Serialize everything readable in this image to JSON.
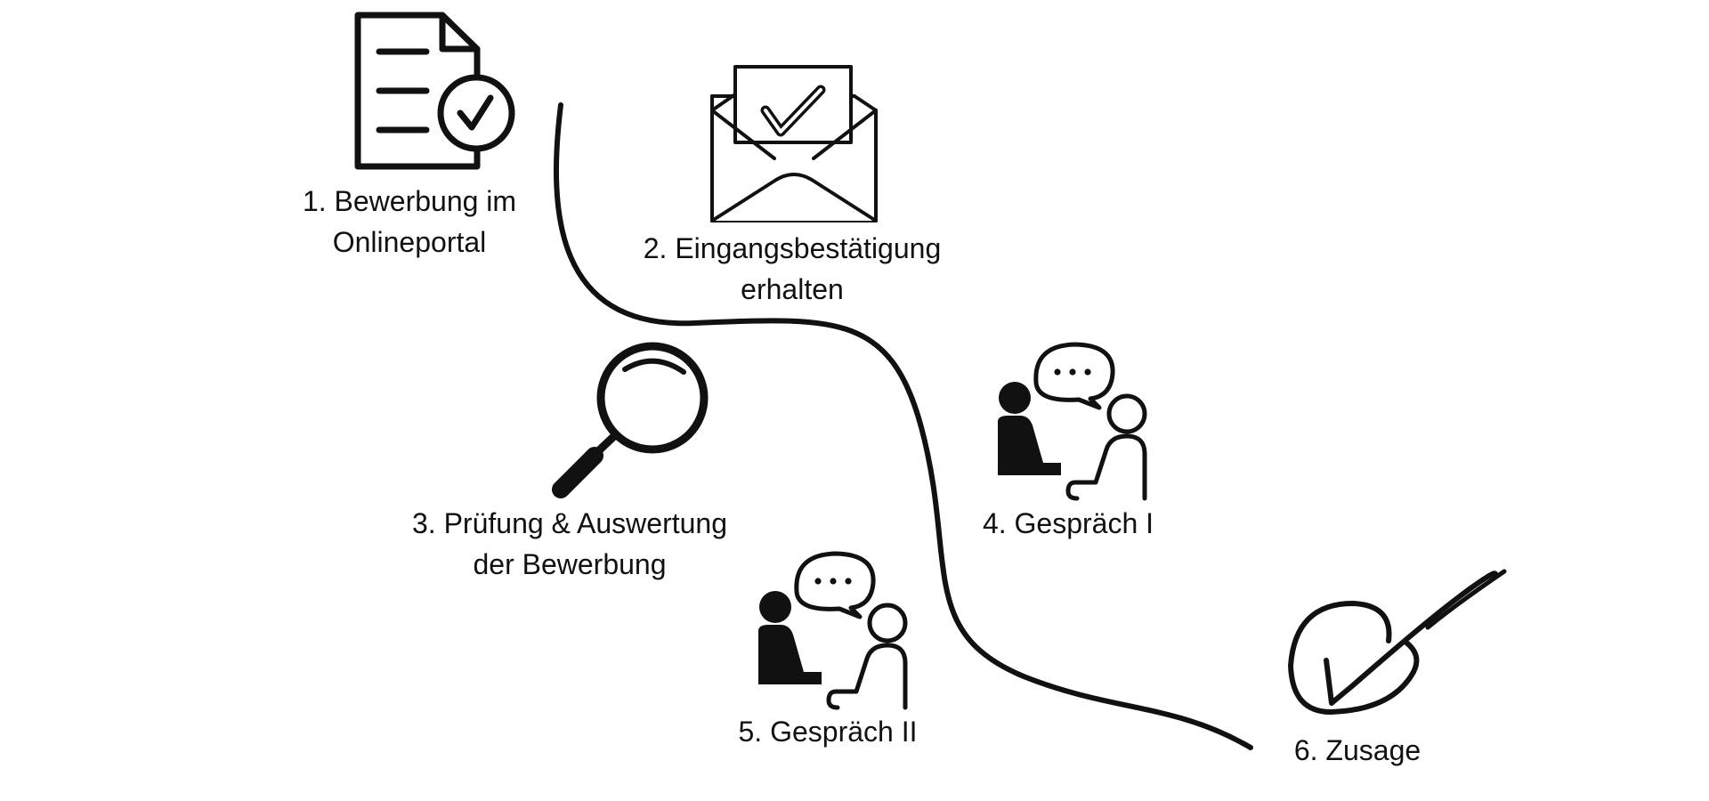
{
  "diagram": {
    "type": "process-flow",
    "steps": [
      {
        "number": "1.",
        "lines": [
          "1. Bewerbung im",
          "Onlineportal"
        ],
        "icon": "document-check-icon"
      },
      {
        "number": "2.",
        "lines": [
          "2. Eingangsbestätigung",
          "erhalten"
        ],
        "icon": "envelope-check-icon"
      },
      {
        "number": "3.",
        "lines": [
          "3. Prüfung & Auswertung",
          "der Bewerbung"
        ],
        "icon": "magnifying-glass-icon"
      },
      {
        "number": "4.",
        "lines": [
          "4. Gespräch I"
        ],
        "icon": "conversation-icon"
      },
      {
        "number": "5.",
        "lines": [
          "5. Gespräch II"
        ],
        "icon": "conversation-icon"
      },
      {
        "number": "6.",
        "lines": [
          "6. Zusage"
        ],
        "icon": "circled-checkmark-icon"
      }
    ],
    "colors": {
      "stroke": "#111111",
      "background": "#ffffff"
    }
  }
}
